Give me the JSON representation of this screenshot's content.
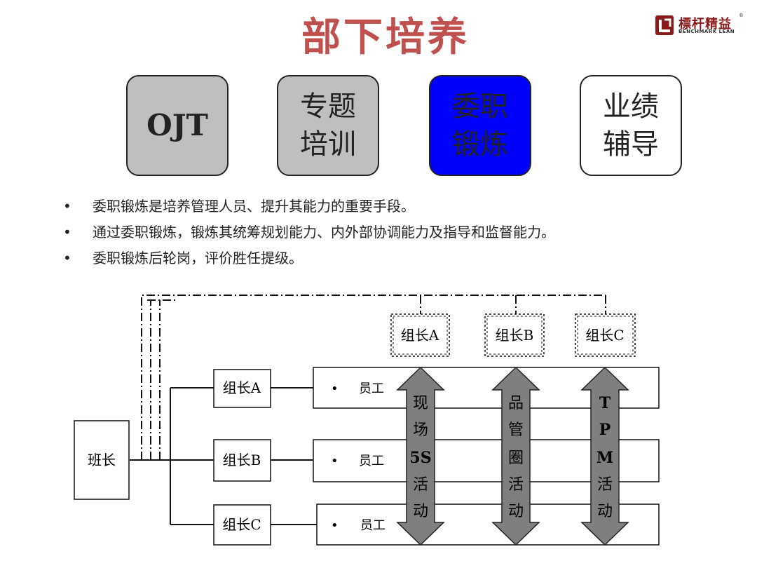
{
  "title": "部下培养",
  "logo": {
    "name_cn": "標杆精益",
    "name_en": "BENCHMARK LEAN",
    "reg_mark": "®"
  },
  "methods": [
    {
      "label": "OJT",
      "fill": "#bfbfbf"
    },
    {
      "label": "专题培训",
      "fill": "#bfbfbf"
    },
    {
      "label": "委职锻炼",
      "fill": "#0000ff"
    },
    {
      "label": "业绩辅导",
      "fill": "#ffffff"
    }
  ],
  "bullet_symbol": "•",
  "bullets": [
    "委职锻炼是培养管理人员、提升其能力的重要手段。",
    "通过委职锻炼，锻炼其统筹规划能力、内外部协调能力及指导和监督能力。",
    "委职锻炼后轮岗，评价胜任提级。"
  ],
  "diagram": {
    "leader": "班长",
    "group_leaders": [
      "组长A",
      "组长B",
      "组长C"
    ],
    "top_group_leaders": [
      "组长A",
      "组长B",
      "组长C"
    ],
    "employee_bullet": "•",
    "employee_label": "员工",
    "activities": [
      {
        "lines": [
          "现",
          "场",
          "5S",
          "活",
          "动"
        ]
      },
      {
        "lines": [
          "品",
          "管",
          "圈",
          "活",
          "动"
        ]
      },
      {
        "lines": [
          "T",
          "P",
          "M",
          "活",
          "动"
        ]
      }
    ],
    "arrow_fill": "#7f7f7f"
  }
}
